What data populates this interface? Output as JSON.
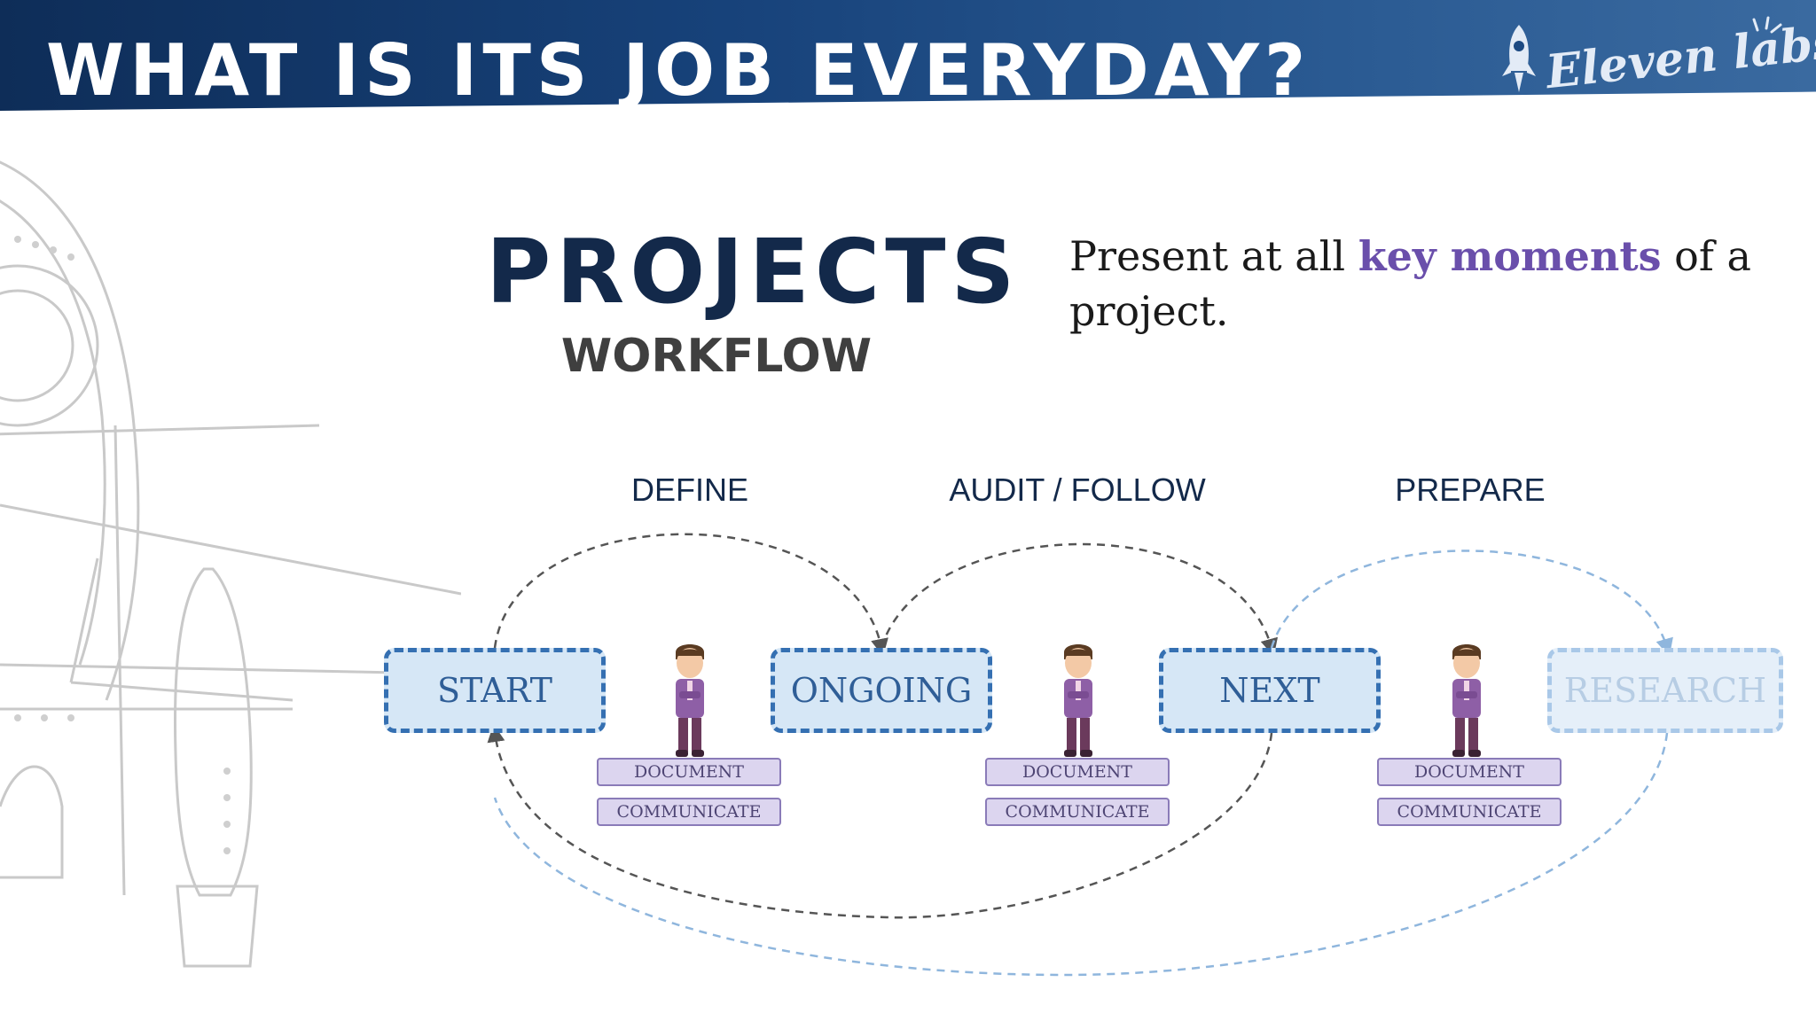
{
  "header": {
    "title": "WHAT IS ITS JOB EVERYDAY?",
    "logo_text": "Eleven labs",
    "logo_icon": "rocket-icon"
  },
  "main": {
    "title": "PROJECTS",
    "subtitle": "WORKFLOW",
    "description": {
      "before": "Present at all ",
      "highlight": "key moments",
      "after": " of a project."
    }
  },
  "phases": [
    "DEFINE",
    "AUDIT / FOLLOW",
    "PREPARE"
  ],
  "stages": [
    "START",
    "ONGOING",
    "NEXT",
    "RESEARCH"
  ],
  "tags": {
    "document": "DOCUMENT",
    "communicate": "COMMUNICATE"
  },
  "colors": {
    "header_dark": "#0e2d58",
    "title_navy": "#13294a",
    "stage_border": "#3570b2",
    "stage_fill": "#d6e7f6",
    "highlight_purple": "#6a4fab",
    "tag_fill": "#dcd5ef"
  }
}
